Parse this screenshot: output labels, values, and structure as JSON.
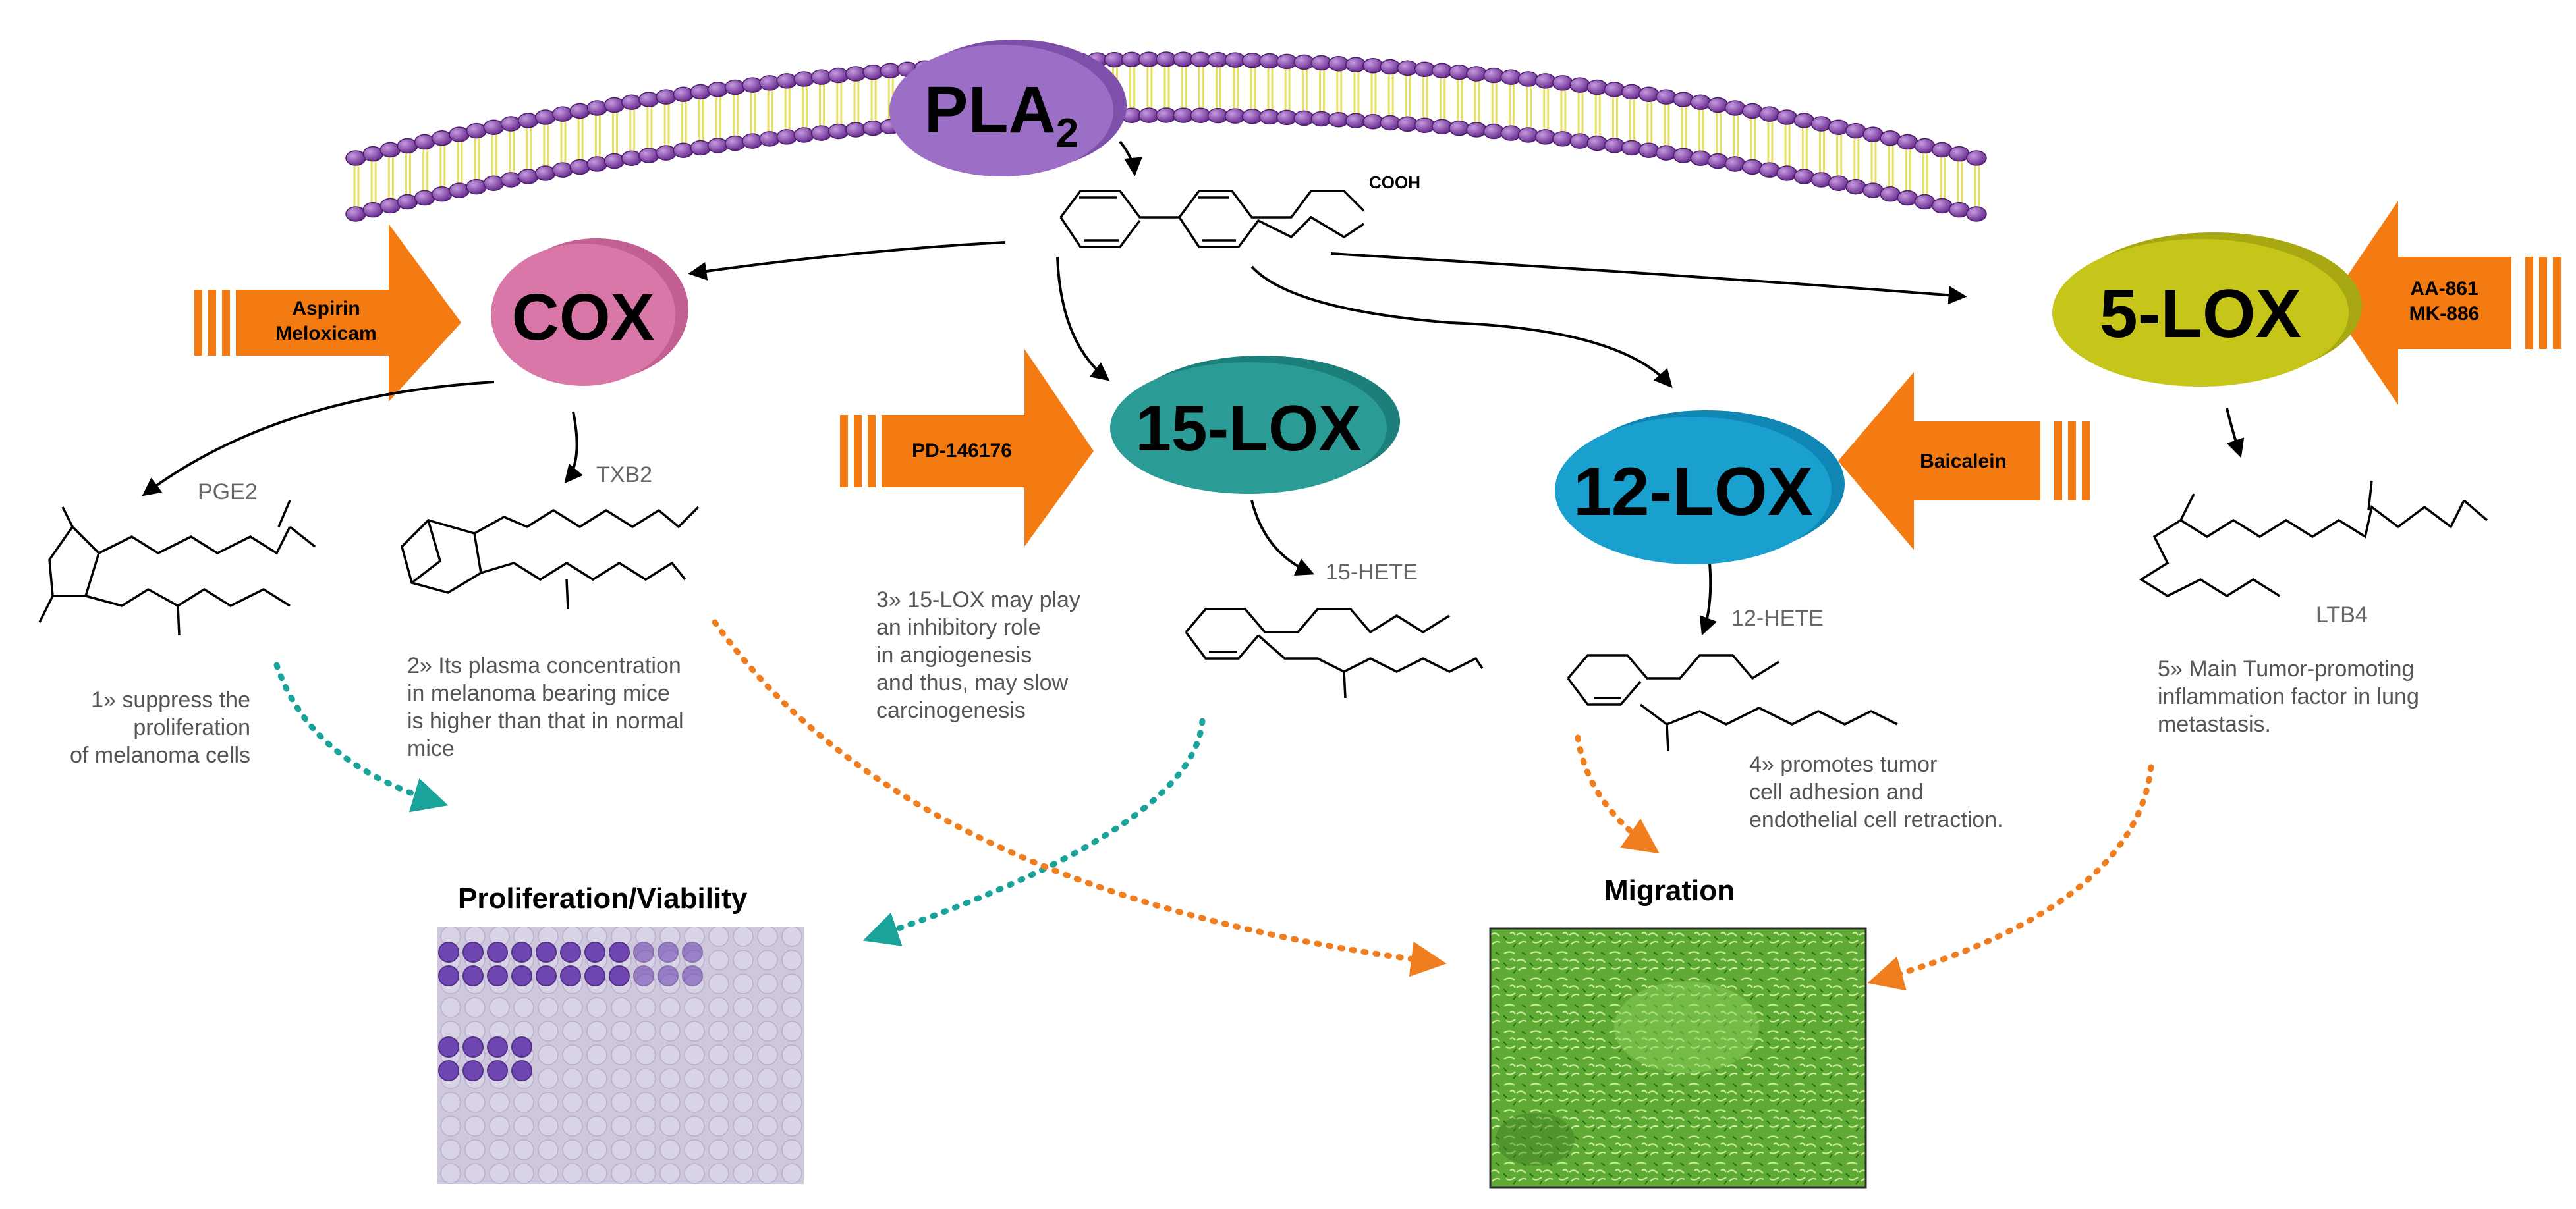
{
  "enzymes": {
    "pla2": {
      "main": "PLA",
      "sub": "2"
    },
    "cox": "COX",
    "lox15": "15-LOX",
    "lox12": "12-LOX",
    "lox5": "5-LOX"
  },
  "inhibitors": {
    "cox": "Aspirin\nMeloxicam",
    "lox15": "PD-146176",
    "lox12": "Baicalein",
    "lox5": "AA-861\nMK-886"
  },
  "molecules": {
    "arachidonic_cooh": "COOH",
    "pge2": "PGE2",
    "txb2": "TXB2",
    "hete15": "15-HETE",
    "hete12": "12-HETE",
    "ltb4": "LTB4"
  },
  "notes": {
    "n1": "1» suppress the\nproliferation\nof melanoma cells",
    "n2": "2» Its plasma concentration\nin melanoma bearing mice\nis higher than that in normal\nmice",
    "n3": "3» 15-LOX may play\nan inhibitory role\nin angiogenesis\nand thus, may slow\ncarcinogenesis",
    "n4": "4» promotes tumor\ncell adhesion and\nendothelial cell retraction.",
    "n5": "5» Main Tumor-promoting\ninflammation factor in lung\nmetastasis."
  },
  "panels": {
    "proliferation": "Proliferation/Viability",
    "migration": "Migration"
  },
  "colors": {
    "membrane": "#8e4fb5",
    "pla2": "#9b6fc6",
    "cox": "#d46fa3",
    "lox15": "#2a9c95",
    "lox12": "#19a0cf",
    "lox5": "#c6c61a",
    "inhibitor": "#f47a12",
    "teal_arrow": "#1aa39b",
    "orange_arrow": "#f07d1e"
  }
}
